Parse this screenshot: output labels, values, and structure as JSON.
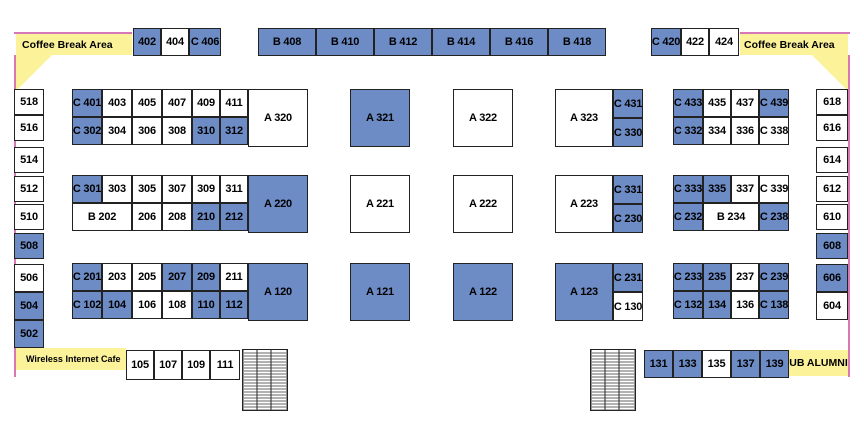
{
  "colors": {
    "reserved": "#6d8cc6",
    "available": "#ffffff",
    "amenity": "#fbf29a",
    "outline": "#d877b8"
  },
  "areas": {
    "coffee_left": "Coffee Break Area",
    "coffee_right": "Coffee Break Area",
    "wifi": "Wireless Internet Cafe",
    "alumni": "UB ALUMNI"
  },
  "booths": [
    {
      "label": "402",
      "reserved": true
    },
    {
      "label": "404",
      "reserved": false
    },
    {
      "label": "C 406",
      "reserved": true
    },
    {
      "label": "B 408",
      "reserved": true
    },
    {
      "label": "B 410",
      "reserved": true
    },
    {
      "label": "B 412",
      "reserved": true
    },
    {
      "label": "B 414",
      "reserved": true
    },
    {
      "label": "B 416",
      "reserved": true
    },
    {
      "label": "B 418",
      "reserved": true
    },
    {
      "label": "C 420",
      "reserved": true
    },
    {
      "label": "422",
      "reserved": false
    },
    {
      "label": "424",
      "reserved": false
    },
    {
      "label": "518",
      "reserved": false
    },
    {
      "label": "516",
      "reserved": false
    },
    {
      "label": "514",
      "reserved": false
    },
    {
      "label": "512",
      "reserved": false
    },
    {
      "label": "510",
      "reserved": false
    },
    {
      "label": "508",
      "reserved": true
    },
    {
      "label": "506",
      "reserved": false
    },
    {
      "label": "504",
      "reserved": true
    },
    {
      "label": "502",
      "reserved": true
    },
    {
      "label": "618",
      "reserved": false
    },
    {
      "label": "616",
      "reserved": false
    },
    {
      "label": "614",
      "reserved": false
    },
    {
      "label": "612",
      "reserved": false
    },
    {
      "label": "610",
      "reserved": false
    },
    {
      "label": "608",
      "reserved": true
    },
    {
      "label": "606",
      "reserved": true
    },
    {
      "label": "604",
      "reserved": false
    },
    {
      "label": "C 401",
      "reserved": true
    },
    {
      "label": "403",
      "reserved": false
    },
    {
      "label": "405",
      "reserved": false
    },
    {
      "label": "407",
      "reserved": false
    },
    {
      "label": "409",
      "reserved": false
    },
    {
      "label": "411",
      "reserved": false
    },
    {
      "label": "C 302",
      "reserved": true
    },
    {
      "label": "304",
      "reserved": false
    },
    {
      "label": "306",
      "reserved": false
    },
    {
      "label": "308",
      "reserved": false
    },
    {
      "label": "310",
      "reserved": true
    },
    {
      "label": "312",
      "reserved": true
    },
    {
      "label": "A 320",
      "reserved": false
    },
    {
      "label": "C 301",
      "reserved": true
    },
    {
      "label": "303",
      "reserved": false
    },
    {
      "label": "305",
      "reserved": false
    },
    {
      "label": "307",
      "reserved": false
    },
    {
      "label": "309",
      "reserved": false
    },
    {
      "label": "311",
      "reserved": false
    },
    {
      "label": "B 202",
      "reserved": false
    },
    {
      "label": "206",
      "reserved": false
    },
    {
      "label": "208",
      "reserved": false
    },
    {
      "label": "210",
      "reserved": true
    },
    {
      "label": "212",
      "reserved": true
    },
    {
      "label": "A 220",
      "reserved": true
    },
    {
      "label": "C 201",
      "reserved": true
    },
    {
      "label": "203",
      "reserved": false
    },
    {
      "label": "205",
      "reserved": false
    },
    {
      "label": "207",
      "reserved": true
    },
    {
      "label": "209",
      "reserved": true
    },
    {
      "label": "211",
      "reserved": false
    },
    {
      "label": "C 102",
      "reserved": true
    },
    {
      "label": "104",
      "reserved": true
    },
    {
      "label": "106",
      "reserved": false
    },
    {
      "label": "108",
      "reserved": false
    },
    {
      "label": "110",
      "reserved": true
    },
    {
      "label": "112",
      "reserved": true
    },
    {
      "label": "A 120",
      "reserved": true
    },
    {
      "label": "A 321",
      "reserved": true
    },
    {
      "label": "A 322",
      "reserved": false
    },
    {
      "label": "A 221",
      "reserved": false
    },
    {
      "label": "A 222",
      "reserved": false
    },
    {
      "label": "A 121",
      "reserved": true
    },
    {
      "label": "A 122",
      "reserved": true
    },
    {
      "label": "A 323",
      "reserved": false
    },
    {
      "label": "C 431",
      "reserved": true
    },
    {
      "label": "C 330",
      "reserved": true
    },
    {
      "label": "A 223",
      "reserved": false
    },
    {
      "label": "C 331",
      "reserved": true
    },
    {
      "label": "C 230",
      "reserved": true
    },
    {
      "label": "A 123",
      "reserved": true
    },
    {
      "label": "C 231",
      "reserved": true
    },
    {
      "label": "C 130",
      "reserved": false
    },
    {
      "label": "C 433",
      "reserved": true
    },
    {
      "label": "435",
      "reserved": false
    },
    {
      "label": "437",
      "reserved": false
    },
    {
      "label": "C 439",
      "reserved": true
    },
    {
      "label": "C 332",
      "reserved": true
    },
    {
      "label": "334",
      "reserved": false
    },
    {
      "label": "336",
      "reserved": false
    },
    {
      "label": "C 338",
      "reserved": false
    },
    {
      "label": "C 333",
      "reserved": true
    },
    {
      "label": "335",
      "reserved": true
    },
    {
      "label": "337",
      "reserved": false
    },
    {
      "label": "C 339",
      "reserved": false
    },
    {
      "label": "C 232",
      "reserved": true
    },
    {
      "label": "B 234",
      "reserved": false
    },
    {
      "label": "C 238",
      "reserved": true
    },
    {
      "label": "C 233",
      "reserved": true
    },
    {
      "label": "235",
      "reserved": true
    },
    {
      "label": "237",
      "reserved": false
    },
    {
      "label": "C 239",
      "reserved": true
    },
    {
      "label": "C 132",
      "reserved": true
    },
    {
      "label": "134",
      "reserved": true
    },
    {
      "label": "136",
      "reserved": false
    },
    {
      "label": "C 138",
      "reserved": true
    },
    {
      "label": "105",
      "reserved": false
    },
    {
      "label": "107",
      "reserved": false
    },
    {
      "label": "109",
      "reserved": false
    },
    {
      "label": "111",
      "reserved": false
    },
    {
      "label": "131",
      "reserved": true
    },
    {
      "label": "133",
      "reserved": true
    },
    {
      "label": "135",
      "reserved": false
    },
    {
      "label": "137",
      "reserved": true
    },
    {
      "label": "139",
      "reserved": true
    }
  ]
}
